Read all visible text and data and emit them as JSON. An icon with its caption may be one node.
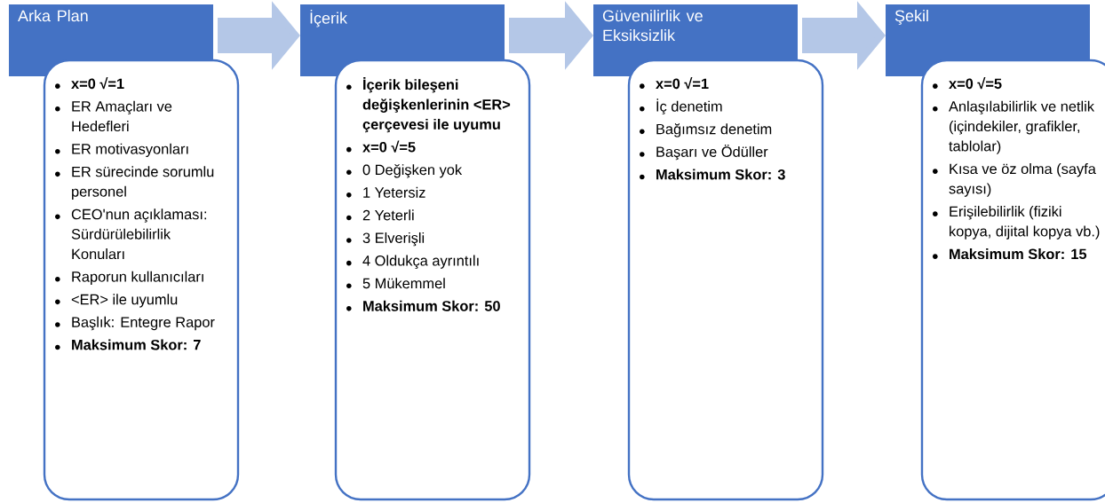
{
  "diagram": {
    "nodes": [
      {
        "text": [
          "Arka Plan"
        ]
      },
      {
        "text": [
          "**x=0 √=1**",
          "ER Amaçları ve Hedefleri",
          "ER motivasyonları",
          "ER sürecinde sorumlu personel",
          "CEO'nun açıklaması: Sürdürülebilirlik Konuları",
          "Raporun kullanıcıları",
          "<ER> ile uyumlu",
          "Başlık: Entegre Rapor",
          "**Maksimum Skor: 7**"
        ]
      },
      {
        "text": [
          "İçerik"
        ]
      },
      {
        "text": [
          "**İçerik bileşeni değişkenlerinin <ER> çerçevesi ile uyumu**",
          "**x=0 √=5**",
          "0 Değişken yok",
          "1 Yetersiz",
          "2 Yeterli",
          "3 Elverişli",
          "4 Oldukça ayrıntılı",
          "5 Mükemmel",
          "**Maksimum Skor: 50**"
        ]
      },
      {
        "text": [
          "Güvenilirlik ve Eksiksizlik"
        ]
      },
      {
        "text": [
          "**x=0 √=1**",
          "İç denetim",
          "Bağımsız denetim",
          "Başarı ve Ödüller",
          "**Maksimum Skor: 3**"
        ]
      },
      {
        "text": [
          "Şekil"
        ]
      },
      {
        "text": [
          "**x=0 √=5**",
          "Anlaşılabilirlik ve netlik (içindekiler, grafikler, tablolar)",
          "Kısa ve öz olma (sayfa sayısı)",
          "Erişilebilirlik (fiziki kopya, dijital kopya vb.)",
          "**Maksimum Skor: 15**"
        ]
      }
    ],
    "edges": [
      {
        "from": 0,
        "to": 2,
        "arrow": "to"
      },
      {
        "from": 2,
        "to": 4,
        "arrow": "to"
      },
      {
        "from": 4,
        "to": 6,
        "arrow": "to"
      }
    ]
  }
}
